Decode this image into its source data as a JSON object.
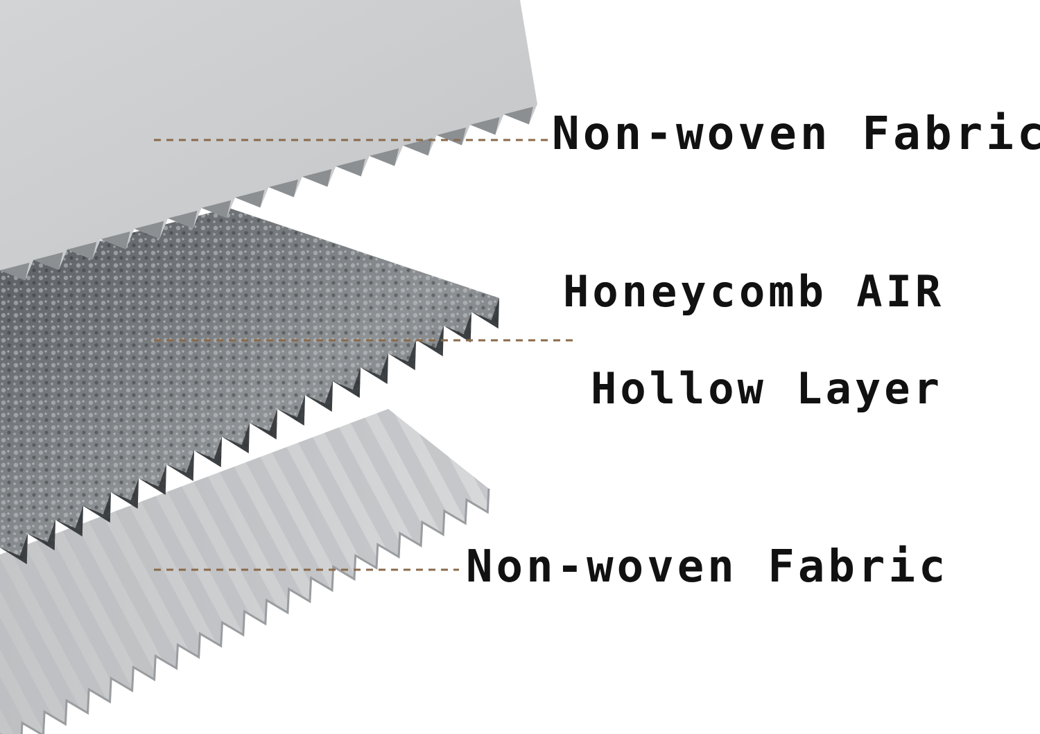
{
  "layers": [
    {
      "id": "top",
      "label": "Non-woven Fabric"
    },
    {
      "id": "middle",
      "label_line1": "Honeycomb AIR",
      "label_line2": "Hollow Layer"
    },
    {
      "id": "bottom",
      "label": "Non-woven Fabric"
    }
  ],
  "colors": {
    "fabric_light": "#c9cbcd",
    "fabric_shadow": "#8d9093",
    "honeycomb_dark": "#4b4e52",
    "honeycomb_light": "#a7abae",
    "leader_line": "#8a6a4a",
    "text": "#111111",
    "background": "#ffffff"
  }
}
